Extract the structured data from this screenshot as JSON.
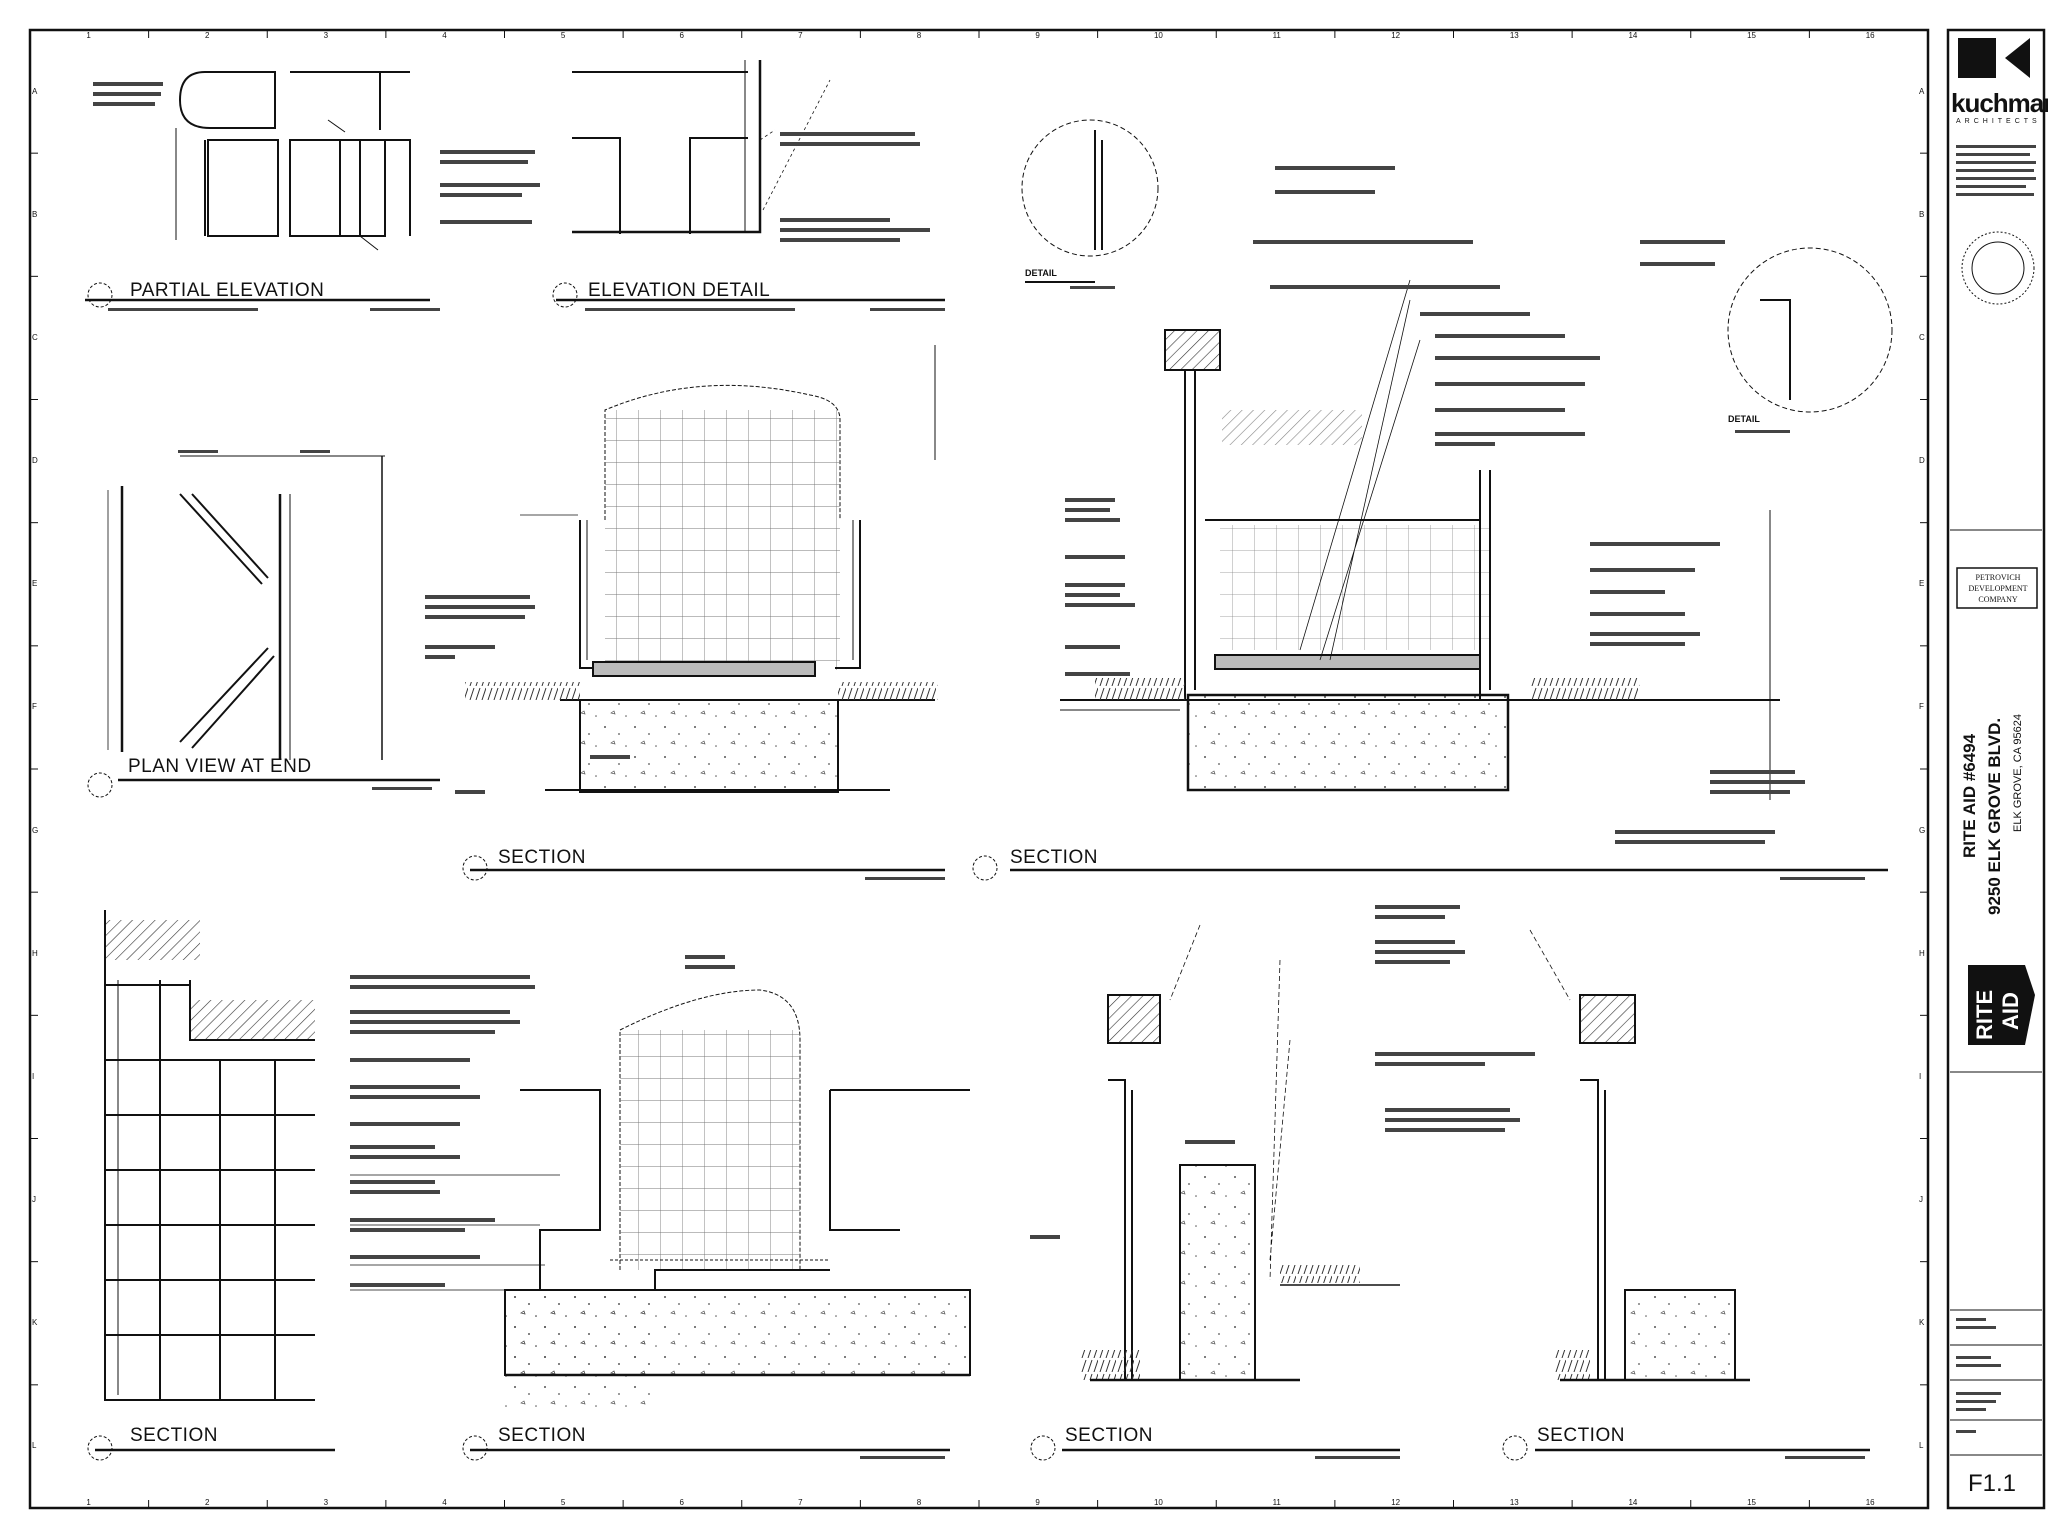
{
  "sheet": {
    "number": "F1.1",
    "border_labels_top": [
      "1",
      "2",
      "3",
      "4",
      "5",
      "6",
      "7",
      "8",
      "9",
      "10",
      "11",
      "12",
      "13",
      "14",
      "15",
      "16"
    ],
    "border_labels_side": [
      "A",
      "B",
      "C",
      "D",
      "E",
      "F",
      "G",
      "H",
      "I",
      "J",
      "K",
      "L"
    ]
  },
  "details": [
    {
      "id": "partial-elevation",
      "title": "PARTIAL ELEVATION"
    },
    {
      "id": "elevation-detail",
      "title": "ELEVATION DETAIL"
    },
    {
      "id": "plan-view-at-end",
      "title": "PLAN VIEW AT END"
    },
    {
      "id": "section-1",
      "title": "SECTION"
    },
    {
      "id": "section-2",
      "title": "SECTION"
    },
    {
      "id": "section-3",
      "title": "SECTION"
    },
    {
      "id": "section-4",
      "title": "SECTION"
    },
    {
      "id": "section-5",
      "title": "SECTION"
    },
    {
      "id": "section-6",
      "title": "SECTION"
    }
  ],
  "detail_labels": {
    "detail_a": "DETAIL",
    "detail_b": "DETAIL"
  },
  "title_block": {
    "architect": "kuchman",
    "architect_sub": "ARCHITECTS",
    "developer": "PETROVICH DEVELOPMENT COMPANY",
    "project_name": "RITE AID #6494",
    "project_address": "9250 ELK GROVE BLVD.",
    "project_city": "ELK GROVE, CA 95624",
    "logo_line1": "RITE",
    "logo_line2": "AID"
  },
  "colors": {
    "ink": "#111111",
    "paper": "#ffffff",
    "hatch": "#333333"
  }
}
